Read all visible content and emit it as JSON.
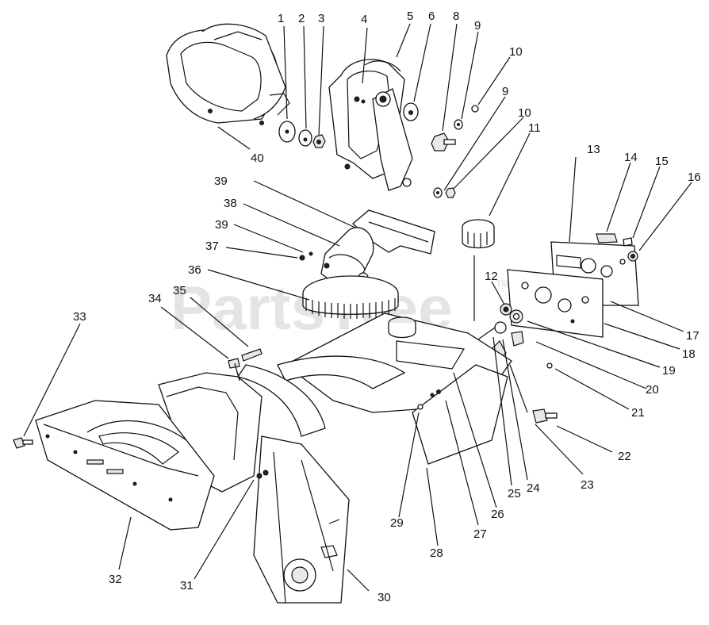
{
  "watermark": "PartsTree",
  "watermark_tm": "TM",
  "callouts": [
    {
      "id": "c1",
      "label": "1"
    },
    {
      "id": "c2",
      "label": "2"
    },
    {
      "id": "c3",
      "label": "3"
    },
    {
      "id": "c4",
      "label": "4"
    },
    {
      "id": "c5",
      "label": "5"
    },
    {
      "id": "c6",
      "label": "6"
    },
    {
      "id": "c8",
      "label": "8"
    },
    {
      "id": "c9a",
      "label": "9"
    },
    {
      "id": "c10a",
      "label": "10"
    },
    {
      "id": "c9b",
      "label": "9"
    },
    {
      "id": "c10b",
      "label": "10"
    },
    {
      "id": "c11",
      "label": "11"
    },
    {
      "id": "c13",
      "label": "13"
    },
    {
      "id": "c14",
      "label": "14"
    },
    {
      "id": "c15",
      "label": "15"
    },
    {
      "id": "c16",
      "label": "16"
    },
    {
      "id": "c17",
      "label": "17"
    },
    {
      "id": "c18",
      "label": "18"
    },
    {
      "id": "c19",
      "label": "19"
    },
    {
      "id": "c20",
      "label": "20"
    },
    {
      "id": "c21",
      "label": "21"
    },
    {
      "id": "c22",
      "label": "22"
    },
    {
      "id": "c23",
      "label": "23"
    },
    {
      "id": "c24",
      "label": "24"
    },
    {
      "id": "c25",
      "label": "25"
    },
    {
      "id": "c26",
      "label": "26"
    },
    {
      "id": "c27",
      "label": "27"
    },
    {
      "id": "c28",
      "label": "28"
    },
    {
      "id": "c29",
      "label": "29"
    },
    {
      "id": "c30",
      "label": "30"
    },
    {
      "id": "c31",
      "label": "31"
    },
    {
      "id": "c32",
      "label": "32"
    },
    {
      "id": "c33",
      "label": "33"
    },
    {
      "id": "c34",
      "label": "34"
    },
    {
      "id": "c35",
      "label": "35"
    },
    {
      "id": "c36",
      "label": "36"
    },
    {
      "id": "c37",
      "label": "37"
    },
    {
      "id": "c38",
      "label": "38"
    },
    {
      "id": "c39a",
      "label": "39"
    },
    {
      "id": "c39b",
      "label": "39"
    },
    {
      "id": "c40",
      "label": "40"
    },
    {
      "id": "c12",
      "label": "12"
    }
  ]
}
